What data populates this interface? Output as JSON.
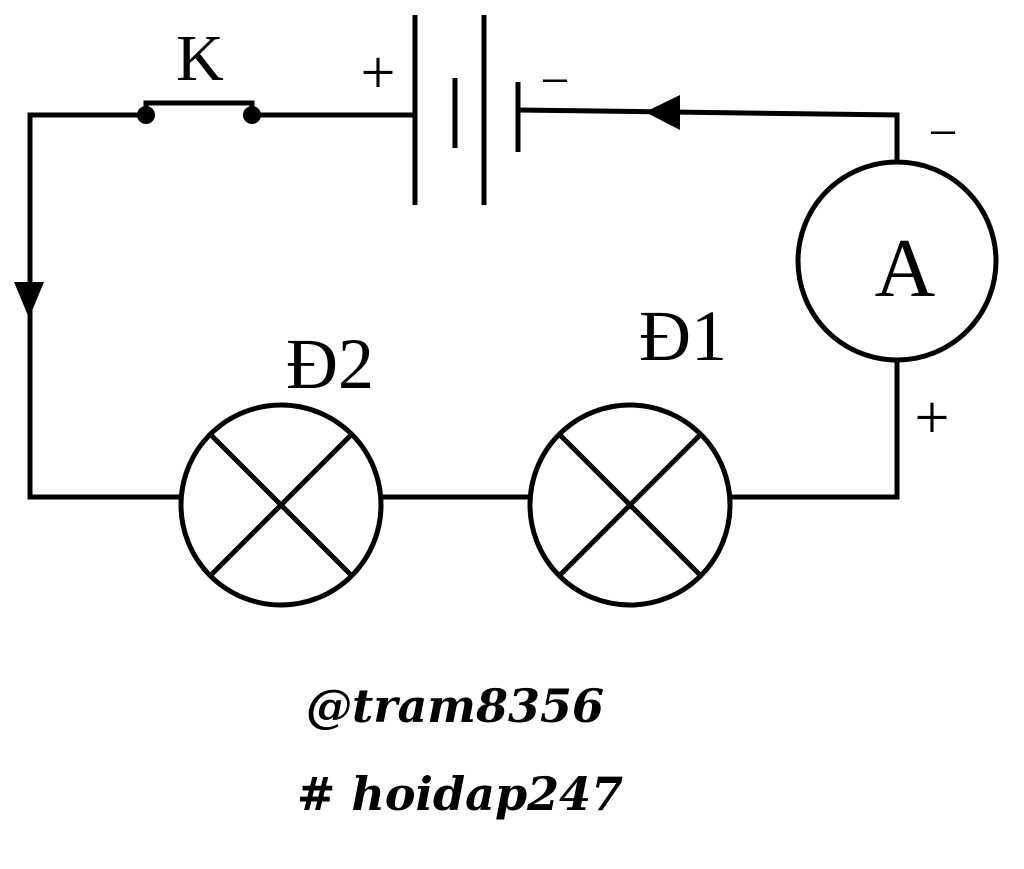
{
  "components": {
    "switch": {
      "label": "K"
    },
    "battery": {
      "plus_label": "+",
      "minus_label": "−"
    },
    "ammeter": {
      "label": "A",
      "minus_label": "−",
      "plus_label": "+"
    },
    "lamp1": {
      "label": "Đ1"
    },
    "lamp2": {
      "label": "Đ2"
    }
  },
  "credits": {
    "author": "@tram8356",
    "site": "# hoidap247"
  }
}
